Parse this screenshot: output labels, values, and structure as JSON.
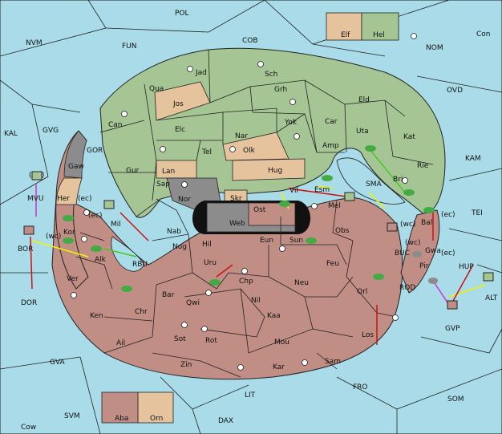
{
  "colors": {
    "sea": "#a9dbe8",
    "green": "#a5c594",
    "red": "#c18e85",
    "tan": "#e5c39c",
    "neutral_gray": "#8c8c8c",
    "border": "#222222",
    "order_red": "#cc1111",
    "order_yellow": "#f2f200",
    "order_green": "#44cc22",
    "order_magenta": "#cc33cc",
    "order_black": "#111111"
  },
  "legend_top": {
    "tan_label": "Elf",
    "green_label": "Hel"
  },
  "legend_bottom": {
    "red_label": "Aba",
    "tan_label": "Orn"
  },
  "seas": [
    "POL",
    "NVM",
    "FUN",
    "COB",
    "NOM",
    "Con",
    "OVD",
    "KAL",
    "GVG",
    "KAM",
    "GOR",
    "TEI",
    "SMA",
    "BUC",
    "ALT",
    "DOR",
    "ROD",
    "HUP",
    "GVA",
    "FRO",
    "SOM",
    "LIT",
    "SVM",
    "DAX",
    "Cow",
    "RBU",
    "MVU",
    "BOR",
    "GVP"
  ],
  "green_lands": [
    "Jad",
    "Sch",
    "Qua",
    "Can",
    "Grh",
    "Eld",
    "Elc",
    "Nar",
    "Yok",
    "Car",
    "Uta",
    "Kat",
    "Gur",
    "Tel",
    "Amp",
    "Rie",
    "Sap",
    "Esm",
    "Bri",
    "Vil",
    "Hil",
    "Uru",
    "Chp",
    "Gaw"
  ],
  "tan_lands": [
    "Jos",
    "Olk",
    "Lan",
    "Hug",
    "Her",
    "Skr"
  ],
  "red_lands": [
    "Kor",
    "Alk",
    "Nog",
    "Ver",
    "Ken",
    "Chr",
    "Ail",
    "Bar",
    "Qwi",
    "Sot",
    "Rot",
    "Zin",
    "Nil",
    "Kaa",
    "Mou",
    "Kar",
    "Sam",
    "Los",
    "Orl",
    "Feu",
    "Neu",
    "Sun",
    "Obs",
    "Mel",
    "Ost",
    "Eun",
    "Pir",
    "Gwa",
    "Nab",
    "Bal",
    "Mil"
  ],
  "gray_lands": [
    "Nor",
    "Web"
  ],
  "coast_labels": {
    "wc": "(wc)",
    "ec": "(ec)"
  }
}
